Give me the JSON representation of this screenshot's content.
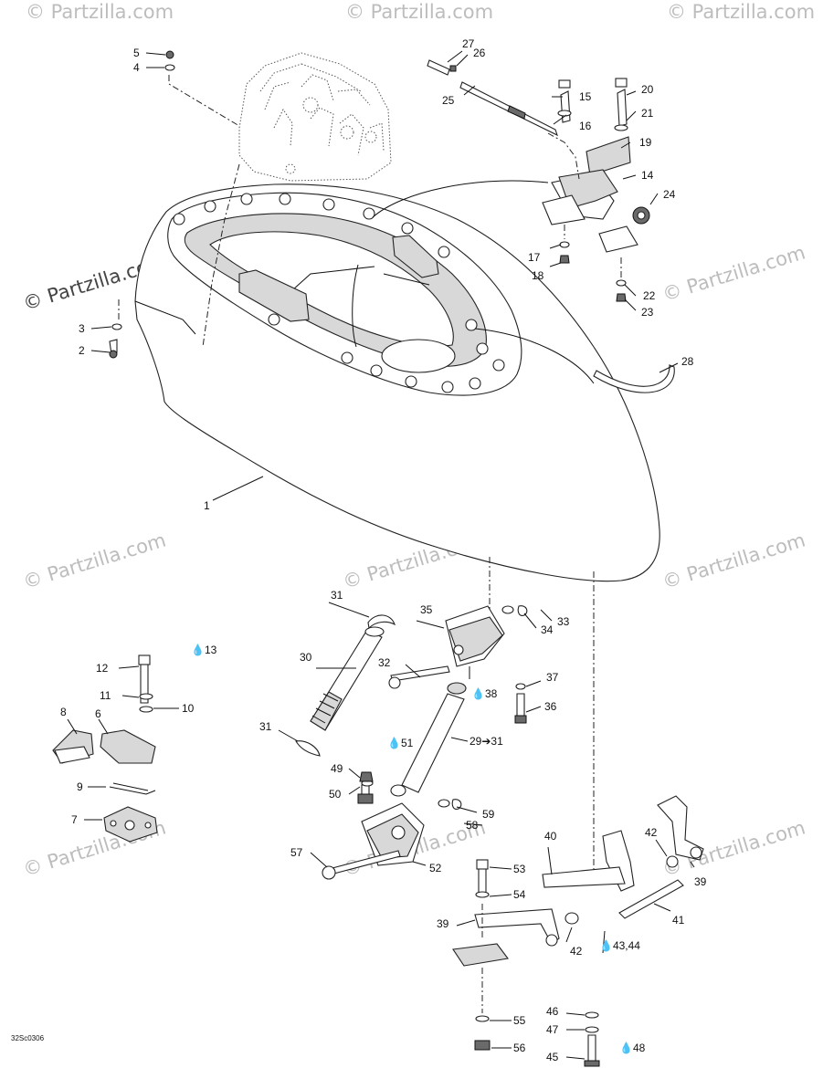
{
  "diagram": {
    "drawing_code": "32Sc0306",
    "watermarks": {
      "copyright_main": "© Partzilla.com",
      "copyright": "© Partzilla.com"
    },
    "callouts": {
      "c1": "1",
      "c2": "2",
      "c3": "3",
      "c4": "4",
      "c5": "5",
      "c6": "6",
      "c7": "7",
      "c8": "8",
      "c9": "9",
      "c10": "10",
      "c11": "11",
      "c12": "12",
      "c13": "13",
      "c14": "14",
      "c15": "15",
      "c16": "16",
      "c17": "17",
      "c18": "18",
      "c19": "19",
      "c20": "20",
      "c21": "21",
      "c22": "22",
      "c23": "23",
      "c24": "24",
      "c25": "25",
      "c26": "26",
      "c27": "27",
      "c28": "28",
      "c29": "29➔31",
      "c30": "30",
      "c31a": "31",
      "c31b": "31",
      "c32": "32",
      "c33": "33",
      "c34": "34",
      "c35": "35",
      "c36": "36",
      "c37": "37",
      "c38": "38",
      "c39a": "39",
      "c39b": "39",
      "c40": "40",
      "c41": "41",
      "c42a": "42",
      "c42b": "42",
      "c4344": "43,44",
      "c45": "45",
      "c46": "46",
      "c47": "47",
      "c48": "48",
      "c49": "49",
      "c50": "50",
      "c51": "51",
      "c52": "52",
      "c53": "53",
      "c54": "54",
      "c55": "55",
      "c56": "56",
      "c57": "57",
      "c58": "58",
      "c59": "59"
    }
  }
}
